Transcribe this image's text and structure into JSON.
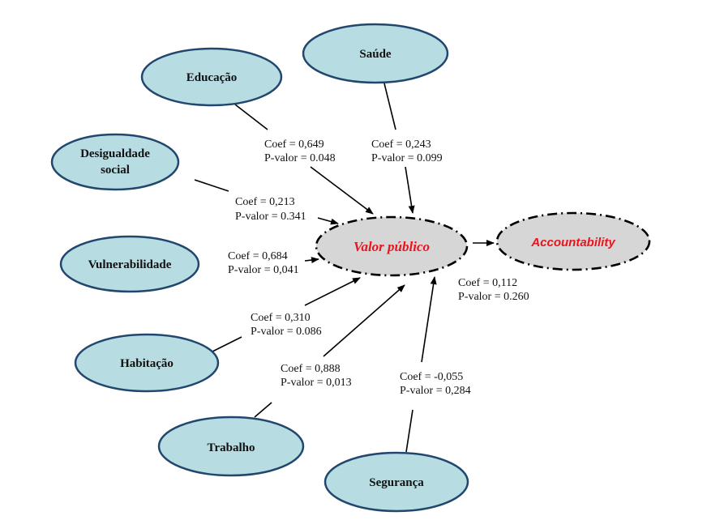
{
  "diagram": {
    "title": "",
    "colors": {
      "exogenous_fill": "#b7dde3",
      "exogenous_stroke": "#22476e",
      "latent_fill": "#d6d6d6",
      "latent_label": "#e8141e"
    },
    "nodes": {
      "educacao": {
        "label": "Educação"
      },
      "saude": {
        "label": "Saúde"
      },
      "desigualdade": {
        "label_line1": "Desigualdade",
        "label_line2": "social"
      },
      "vulnerabilidade": {
        "label": "Vulnerabilidade"
      },
      "habitacao": {
        "label": "Habitação"
      },
      "trabalho": {
        "label": "Trabalho"
      },
      "seguranca": {
        "label": "Segurança"
      },
      "valor_publico": {
        "label": "Valor público"
      },
      "accountability": {
        "label": "Accountability"
      }
    },
    "paths": {
      "educacao": {
        "from": "Educação",
        "to": "Valor público",
        "coef": "Coef = 0,649",
        "pvalor": "P-valor = 0.048"
      },
      "saude": {
        "from": "Saúde",
        "to": "Valor público",
        "coef": "Coef = 0,243",
        "pvalor": "P-valor = 0.099"
      },
      "desigualdade": {
        "from": "Desigualdade social",
        "to": "Valor público",
        "coef": "Coef = 0,213",
        "pvalor": "P-valor = 0.341"
      },
      "vulnerabilidade": {
        "from": "Vulnerabilidade",
        "to": "Valor público",
        "coef": "Coef = 0,684",
        "pvalor": "P-valor = 0,041"
      },
      "habitacao": {
        "from": "Habitação",
        "to": "Valor público",
        "coef": "Coef = 0,310",
        "pvalor": "P-valor = 0.086"
      },
      "trabalho": {
        "from": "Trabalho",
        "to": "Valor público",
        "coef": "Coef = 0,888",
        "pvalor": "P-valor = 0,013"
      },
      "seguranca": {
        "from": "Segurança",
        "to": "Valor público",
        "coef": "Coef = -0,055",
        "pvalor": "P-valor = 0,284"
      },
      "accountability": {
        "from": "Valor público",
        "to": "Accountability",
        "coef": "Coef = 0,112",
        "pvalor": "P-valor = 0.260"
      }
    }
  }
}
